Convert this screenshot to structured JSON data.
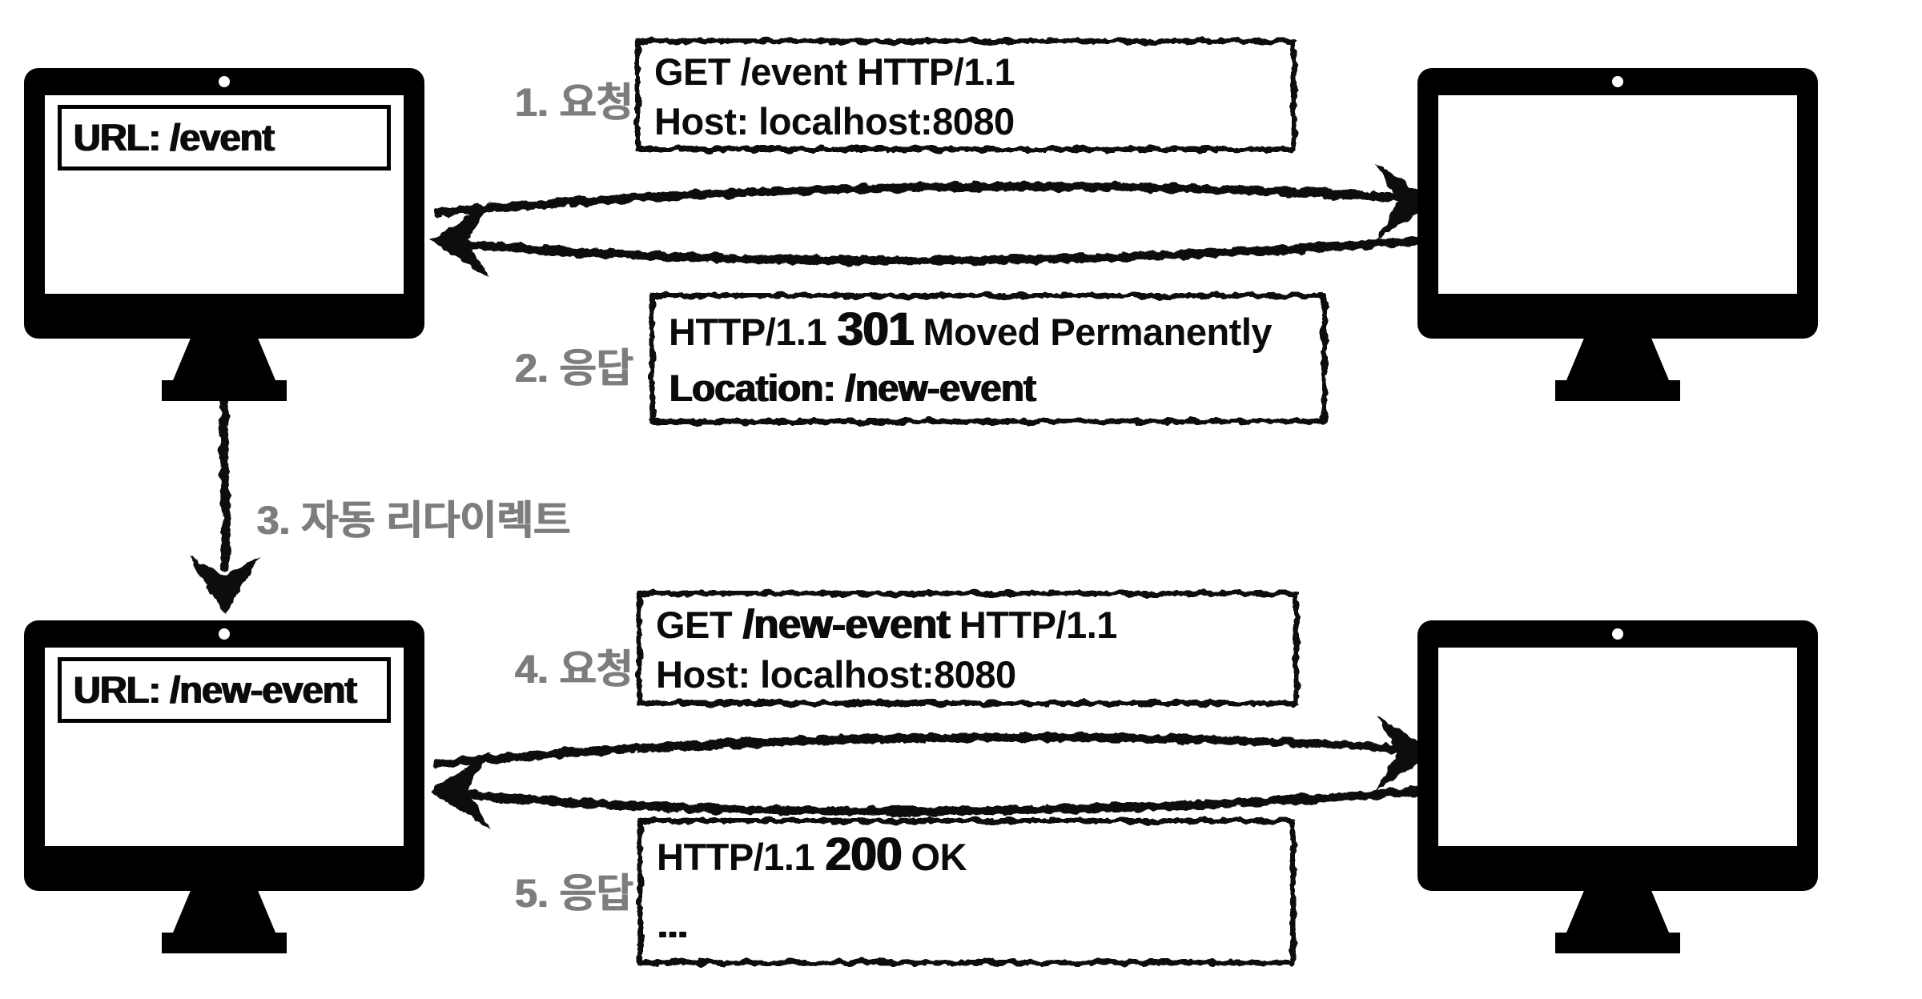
{
  "colors": {
    "background": "#ffffff",
    "ink": "#0b0b0b",
    "label_gray": "#7d7d7d"
  },
  "browser_before": {
    "url_bar": "URL: /event"
  },
  "browser_after": {
    "url_bar": "URL: /new-event"
  },
  "steps": {
    "s1": "1. 요청",
    "s2": "2. 응답",
    "s3": "3. 자동 리다이렉트",
    "s4": "4. 요청",
    "s5": "5. 응답"
  },
  "messages": {
    "request1": {
      "method_line": "GET /event HTTP/1.1",
      "host_line": "Host: localhost:8080"
    },
    "response301": {
      "status_pre": "HTTP/1.1 ",
      "status_code": "301",
      "status_post": " Moved Permanently",
      "location_line": "Location: /new-event"
    },
    "request4": {
      "method_pre": "GET ",
      "method_path": "/new-event",
      "method_post": " HTTP/1.1",
      "host_line": "Host: localhost:8080"
    },
    "response200": {
      "status_pre": "HTTP/1.1 ",
      "status_code": "200",
      "status_post": " OK",
      "body_line": "..."
    }
  }
}
